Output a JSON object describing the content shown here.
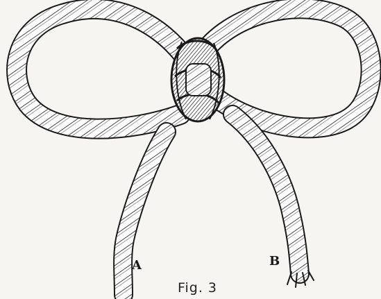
{
  "figure": {
    "caption": "Fig. 3",
    "end_label_left": "A",
    "end_label_right": "B"
  },
  "colors": {
    "background": "#f6f5f1",
    "ink": "#1a1a1a",
    "rope_fill": "#ffffff"
  }
}
